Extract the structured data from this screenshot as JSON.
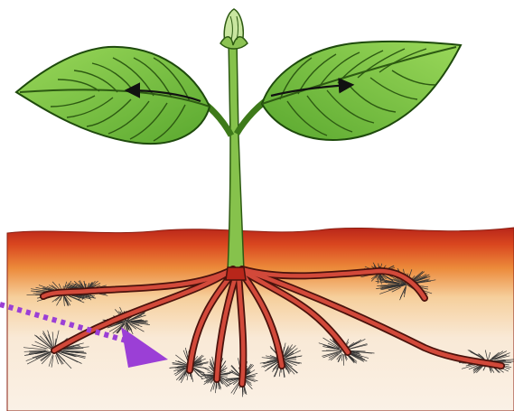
{
  "diagram": {
    "subject": "plant",
    "parts": [
      "leaves",
      "stem",
      "bud",
      "roots",
      "root hairs",
      "soil"
    ],
    "colors": {
      "sky": "#ffffff",
      "leaf_light": "#8fd14f",
      "leaf_dark": "#4f9a26",
      "stem": "#7fba45",
      "soil_top": "#c8321b",
      "soil_mid": "#e8782c",
      "soil_low": "#f8ead8",
      "root": "#c23a2a",
      "root_hair": "#333333",
      "pointer": "#9b3fd6"
    },
    "icons": [
      "sap-flow-arrow-icon",
      "pointer-arrow-icon"
    ]
  }
}
